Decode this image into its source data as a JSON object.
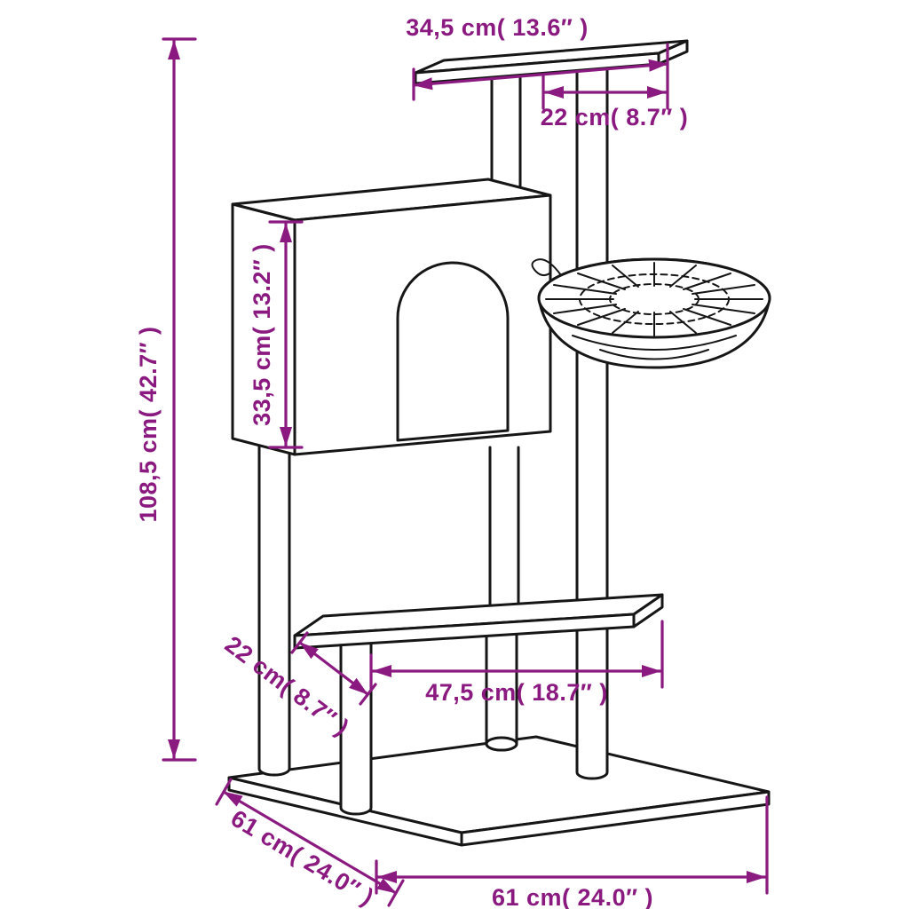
{
  "diagram": {
    "type": "product-dimension-diagram",
    "subject": "cat tree with scratching posts, condo house, basket and platforms",
    "colors": {
      "dimension": "#8B1A80",
      "line": "#161616",
      "background": "#FFFFFF"
    },
    "dimensions": {
      "total_height": "108,5 cm( 42.7″ )",
      "top_platform_width": "34,5 cm( 13.6″ )",
      "top_platform_depth": "22 cm( 8.7″ )",
      "house_height": "33,5 cm( 13.2″ )",
      "middle_platform_width": "47,5 cm( 18.7″ )",
      "middle_platform_depth": "22 cm( 8.7″ )",
      "base_depth": "61 cm( 24.0″ )",
      "base_width": "61 cm( 24.0″ )"
    }
  }
}
